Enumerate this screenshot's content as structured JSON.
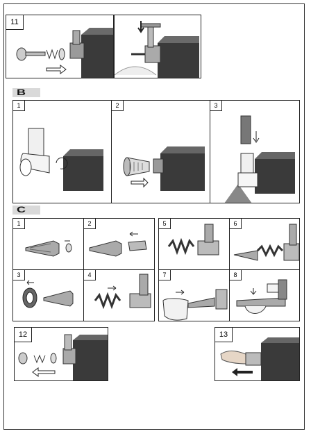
{
  "top_panels": [
    {
      "number": "11",
      "icon": "grinder-disassembly-diagram"
    },
    {
      "icon": "grinder-mounting-diagram"
    }
  ],
  "section_b": {
    "label": "B",
    "panels": [
      {
        "number": "1",
        "icon": "shredder-attachment-diagram"
      },
      {
        "number": "2",
        "icon": "cone-insert-diagram"
      },
      {
        "number": "3",
        "icon": "shredder-feed-diagram"
      }
    ]
  },
  "section_c": {
    "label": "C",
    "panels": [
      {
        "number": "1"
      },
      {
        "number": "2"
      },
      {
        "number": "5"
      },
      {
        "number": "6"
      },
      {
        "number": "3"
      },
      {
        "number": "4"
      },
      {
        "number": "7"
      },
      {
        "number": "8"
      }
    ]
  },
  "bottom_panels": [
    {
      "number": "12",
      "icon": "grinder-removal-diagram"
    },
    {
      "number": "13",
      "icon": "attachment-removal-diagram"
    }
  ]
}
